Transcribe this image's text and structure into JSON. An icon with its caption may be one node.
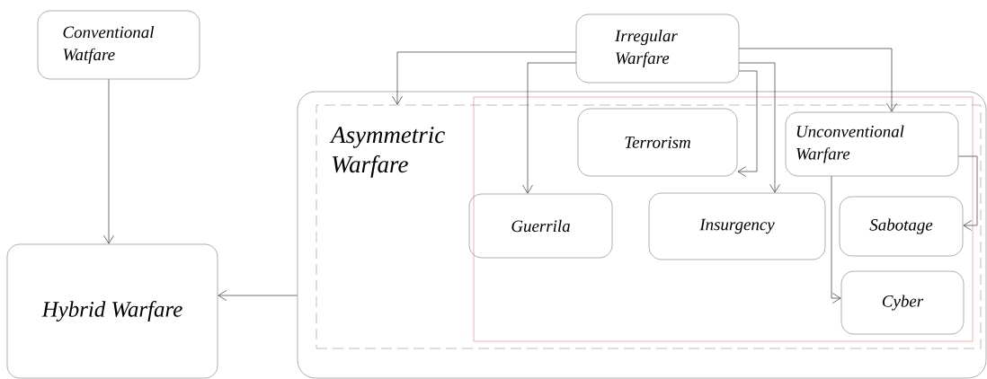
{
  "diagram": {
    "nodes": [
      {
        "text": [
          "Conventional Watfare"
        ]
      },
      {
        "text": [
          "Irregular Warfare"
        ]
      },
      {
        "text": [
          "Hybrid Warfare"
        ]
      },
      {
        "text": [],
        "shape": "box"
      },
      {
        "text": [
          "Asymmetric Warfare"
        ],
        "in": 3
      },
      {
        "text": [],
        "shape": "box",
        "in": 4
      },
      {
        "text": [
          "Terrorism"
        ],
        "in": 5
      },
      {
        "text": [
          "Unconventional Warfare"
        ],
        "in": 5
      },
      {
        "text": [
          "Guerrila"
        ],
        "in": 5
      },
      {
        "text": [
          "Insurgency"
        ],
        "in": 5
      },
      {
        "text": [
          "Sabotage"
        ],
        "in": 5
      },
      {
        "text": [
          "Cyber"
        ],
        "in": 5
      }
    ],
    "edges": [
      {
        "from": 0,
        "to": 2,
        "arrow": "to"
      },
      {
        "from": 3,
        "to": 2,
        "arrow": "to"
      },
      {
        "from": 1,
        "to": 4,
        "arrow": "to"
      },
      {
        "from": 1,
        "to": 8,
        "arrow": "to"
      },
      {
        "from": 1,
        "to": 6,
        "arrow": "to"
      },
      {
        "from": 1,
        "to": 9,
        "arrow": "to"
      },
      {
        "from": 1,
        "to": 7,
        "arrow": "to"
      },
      {
        "from": 7,
        "to": 10,
        "arrow": "to"
      },
      {
        "from": 7,
        "to": 11,
        "arrow": "to"
      }
    ]
  }
}
